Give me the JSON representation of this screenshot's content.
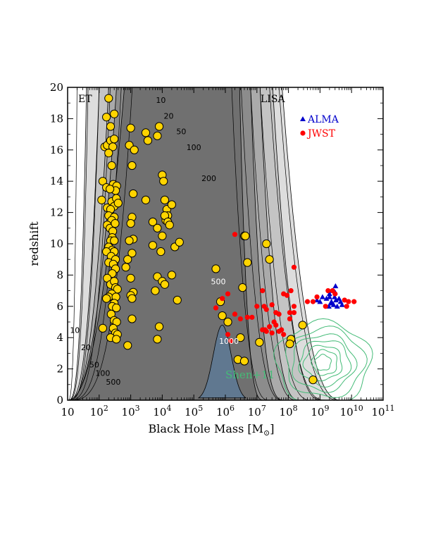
{
  "chart_data": {
    "type": "scatter",
    "xlabel": "Black Hole Mass [M",
    "xlabel_sub": "⊙",
    "xlabel_end": "]",
    "ylabel": "redshift",
    "xscale": "log",
    "xlim": [
      10,
      100000000000
    ],
    "ylim": [
      0,
      20
    ],
    "x_ticks": [
      {
        "base": "10",
        "exp": ""
      },
      {
        "base": "10",
        "exp": "2"
      },
      {
        "base": "10",
        "exp": "3"
      },
      {
        "base": "10",
        "exp": "4"
      },
      {
        "base": "10",
        "exp": "5"
      },
      {
        "base": "10",
        "exp": "6"
      },
      {
        "base": "10",
        "exp": "7"
      },
      {
        "base": "10",
        "exp": "8"
      },
      {
        "base": "10",
        "exp": "9"
      },
      {
        "base": "10",
        "exp": "10"
      },
      {
        "base": "10",
        "exp": "11"
      }
    ],
    "y_ticks": [
      "0",
      "2",
      "4",
      "6",
      "8",
      "10",
      "12",
      "14",
      "16",
      "18",
      "20"
    ],
    "region_labels": {
      "left": "ET",
      "right": "LISA"
    },
    "contour_labels": [
      {
        "text": "10",
        "x": 17,
        "y": 4.3,
        "color": "#000000"
      },
      {
        "text": "20",
        "x": 38,
        "y": 3.2,
        "color": "#000000"
      },
      {
        "text": "50",
        "x": 70,
        "y": 2.1,
        "color": "#000000"
      },
      {
        "text": "100",
        "x": 130,
        "y": 1.55,
        "color": "#000000"
      },
      {
        "text": "500",
        "x": 280,
        "y": 1.0,
        "color": "#000000"
      },
      {
        "text": "10",
        "x": 9000,
        "y": 19.0,
        "color": "#000000"
      },
      {
        "text": "20",
        "x": 16000,
        "y": 18.0,
        "color": "#000000"
      },
      {
        "text": "50",
        "x": 40000,
        "y": 17.0,
        "color": "#000000"
      },
      {
        "text": "100",
        "x": 100000,
        "y": 16.0,
        "color": "#000000"
      },
      {
        "text": "200",
        "x": 300000,
        "y": 14.0,
        "color": "#000000"
      },
      {
        "text": "500",
        "x": 600000,
        "y": 7.4,
        "color": "#ffffff"
      },
      {
        "text": "1000",
        "x": 1300000,
        "y": 3.6,
        "color": "#ffffff"
      }
    ],
    "sensitivity_shading": [
      "#dddddd",
      "#c4c4c4",
      "#aaaaaa",
      "#8c8c8c",
      "#707070",
      "#607890"
    ],
    "shen_label": "Shen+11",
    "shen_color": "#44bb77",
    "series": [
      {
        "name": "",
        "marker": "circle",
        "color": "#ffd400",
        "points": [
          [
            200,
            19.3
          ],
          [
            170,
            18.1
          ],
          [
            300,
            18.3
          ],
          [
            230,
            17.5
          ],
          [
            150,
            16.2
          ],
          [
            180,
            16.3
          ],
          [
            230,
            16.6
          ],
          [
            300,
            16.7
          ],
          [
            270,
            16.2
          ],
          [
            200,
            15.8
          ],
          [
            250,
            15.0
          ],
          [
            130,
            14.0
          ],
          [
            170,
            13.6
          ],
          [
            280,
            13.8
          ],
          [
            360,
            13.7
          ],
          [
            330,
            13.4
          ],
          [
            220,
            13.5
          ],
          [
            120,
            12.8
          ],
          [
            180,
            12.3
          ],
          [
            250,
            12.7
          ],
          [
            300,
            12.4
          ],
          [
            230,
            12.2
          ],
          [
            350,
            12.9
          ],
          [
            400,
            12.6
          ],
          [
            200,
            11.8
          ],
          [
            300,
            11.7
          ],
          [
            250,
            11.5
          ],
          [
            180,
            11.2
          ],
          [
            220,
            11.0
          ],
          [
            270,
            10.8
          ],
          [
            320,
            11.3
          ],
          [
            260,
            10.4
          ],
          [
            230,
            10.2
          ],
          [
            300,
            10.2
          ],
          [
            200,
            9.8
          ],
          [
            260,
            9.6
          ],
          [
            170,
            9.5
          ],
          [
            300,
            9.5
          ],
          [
            240,
            9.2
          ],
          [
            330,
            9.0
          ],
          [
            200,
            8.8
          ],
          [
            280,
            8.7
          ],
          [
            330,
            8.4
          ],
          [
            260,
            8.1
          ],
          [
            180,
            7.8
          ],
          [
            230,
            7.4
          ],
          [
            300,
            7.6
          ],
          [
            330,
            7.2
          ],
          [
            380,
            7.1
          ],
          [
            250,
            6.8
          ],
          [
            200,
            6.6
          ],
          [
            340,
            6.6
          ],
          [
            300,
            6.2
          ],
          [
            260,
            6.0
          ],
          [
            170,
            6.5
          ],
          [
            350,
            5.9
          ],
          [
            240,
            5.5
          ],
          [
            300,
            5.1
          ],
          [
            360,
            5.0
          ],
          [
            280,
            4.6
          ],
          [
            130,
            4.6
          ],
          [
            330,
            4.3
          ],
          [
            380,
            4.2
          ],
          [
            230,
            4.0
          ],
          [
            350,
            3.9
          ],
          [
            1000,
            17.4
          ],
          [
            900,
            16.3
          ],
          [
            1300,
            16.0
          ],
          [
            1100,
            15.0
          ],
          [
            1200,
            13.2
          ],
          [
            1100,
            11.7
          ],
          [
            1000,
            11.3
          ],
          [
            1200,
            10.3
          ],
          [
            900,
            10.2
          ],
          [
            1100,
            9.4
          ],
          [
            800,
            9.0
          ],
          [
            700,
            8.5
          ],
          [
            1000,
            7.8
          ],
          [
            1200,
            6.9
          ],
          [
            1000,
            6.7
          ],
          [
            1100,
            6.5
          ],
          [
            1100,
            5.2
          ],
          [
            800,
            3.5
          ],
          [
            3000,
            17.1
          ],
          [
            3500,
            16.6
          ],
          [
            8000,
            17.5
          ],
          [
            7000,
            16.9
          ],
          [
            10000,
            14.4
          ],
          [
            11000,
            14.0
          ],
          [
            12000,
            12.8
          ],
          [
            14000,
            12.2
          ],
          [
            15000,
            11.8
          ],
          [
            13000,
            11.5
          ],
          [
            12000,
            11.8
          ],
          [
            20000,
            12.5
          ],
          [
            3000,
            12.8
          ],
          [
            5000,
            11.4
          ],
          [
            7000,
            11.0
          ],
          [
            10000,
            10.5
          ],
          [
            15000,
            11.4
          ],
          [
            17000,
            11.2
          ],
          [
            9000,
            9.5
          ],
          [
            5000,
            9.9
          ],
          [
            25000,
            9.8
          ],
          [
            35000,
            10.1
          ],
          [
            20000,
            8.0
          ],
          [
            7000,
            7.9
          ],
          [
            10000,
            7.6
          ],
          [
            12000,
            7.4
          ],
          [
            6000,
            7.0
          ],
          [
            30000,
            6.4
          ],
          [
            8000,
            4.7
          ],
          [
            7000,
            3.9
          ],
          [
            500000,
            8.4
          ],
          [
            700000,
            6.3
          ],
          [
            800000,
            5.4
          ],
          [
            1200000,
            5.0
          ],
          [
            4000000,
            10.5
          ],
          [
            4300000,
            10.5
          ],
          [
            3500000,
            7.2
          ],
          [
            5000000,
            8.8
          ],
          [
            3000000,
            4.0
          ],
          [
            2500000,
            2.6
          ],
          [
            4000000,
            2.5
          ],
          [
            20000000,
            10.0
          ],
          [
            25000000,
            9.0
          ],
          [
            12000000,
            3.7
          ],
          [
            120000000,
            3.9
          ],
          [
            110000000,
            3.6
          ],
          [
            280000000,
            4.8
          ],
          [
            600000000,
            1.3
          ]
        ]
      },
      {
        "name": "ALMA",
        "marker": "triangle",
        "color": "#0000cc",
        "points": [
          [
            1200000000,
            6.6
          ],
          [
            1600000000,
            6.5
          ],
          [
            2000000000,
            6.8
          ],
          [
            2500000000,
            7.0
          ],
          [
            3000000000,
            6.9
          ],
          [
            2200000000,
            6.2
          ],
          [
            2700000000,
            6.1
          ],
          [
            1900000000,
            6.0
          ],
          [
            2300000000,
            6.3
          ],
          [
            3200000000,
            6.4
          ],
          [
            4000000000,
            6.5
          ],
          [
            5000000000,
            6.1
          ],
          [
            3500000000,
            6.0
          ],
          [
            4500000000,
            6.3
          ],
          [
            2900000000,
            6.6
          ],
          [
            3100000000,
            7.3
          ],
          [
            1000000000,
            6.3
          ],
          [
            800000000,
            6.4
          ],
          [
            2000000000,
            6.6
          ]
        ]
      },
      {
        "name": "JWST",
        "marker": "circle",
        "color": "#ff0000",
        "points": [
          [
            2000000,
            10.6
          ],
          [
            150000000,
            8.5
          ],
          [
            1800000000,
            7.0
          ],
          [
            2500000000,
            7.0
          ],
          [
            3000000000,
            6.8
          ],
          [
            400000000,
            6.3
          ],
          [
            600000000,
            6.3
          ],
          [
            800000000,
            6.6
          ],
          [
            1500000000,
            6.0
          ],
          [
            6000000000,
            6.4
          ],
          [
            8000000000,
            6.3
          ],
          [
            12000000000,
            6.3
          ],
          [
            7000000000,
            6.0
          ],
          [
            500000,
            5.9
          ],
          [
            800000,
            6.5
          ],
          [
            1200000,
            6.8
          ],
          [
            2000000,
            5.5
          ],
          [
            3000000,
            5.2
          ],
          [
            5000000,
            5.3
          ],
          [
            7000000,
            5.3
          ],
          [
            10000000,
            6.0
          ],
          [
            15000000,
            7.0
          ],
          [
            17000000,
            6.0
          ],
          [
            20000000,
            5.8
          ],
          [
            30000000,
            6.1
          ],
          [
            40000000,
            5.6
          ],
          [
            50000000,
            5.5
          ],
          [
            70000000,
            6.8
          ],
          [
            90000000,
            6.7
          ],
          [
            110000000,
            5.6
          ],
          [
            120000000,
            7.0
          ],
          [
            110000000,
            5.2
          ],
          [
            150000000,
            5.6
          ],
          [
            150000000,
            6.0
          ],
          [
            1200000,
            4.2
          ],
          [
            1500000,
            3.8
          ],
          [
            15000000,
            4.5
          ],
          [
            18000000,
            4.5
          ],
          [
            20000000,
            4.4
          ],
          [
            30000000,
            4.3
          ],
          [
            40000000,
            4.8
          ],
          [
            50000000,
            4.4
          ],
          [
            60000000,
            4.5
          ],
          [
            70000000,
            4.2
          ],
          [
            25000000,
            4.7
          ],
          [
            35000000,
            5.0
          ]
        ]
      }
    ],
    "legend": [
      {
        "label": "ALMA",
        "marker": "triangle",
        "color": "#0000cc"
      },
      {
        "label": "JWST",
        "marker": "circle",
        "color": "#ff0000"
      }
    ]
  }
}
